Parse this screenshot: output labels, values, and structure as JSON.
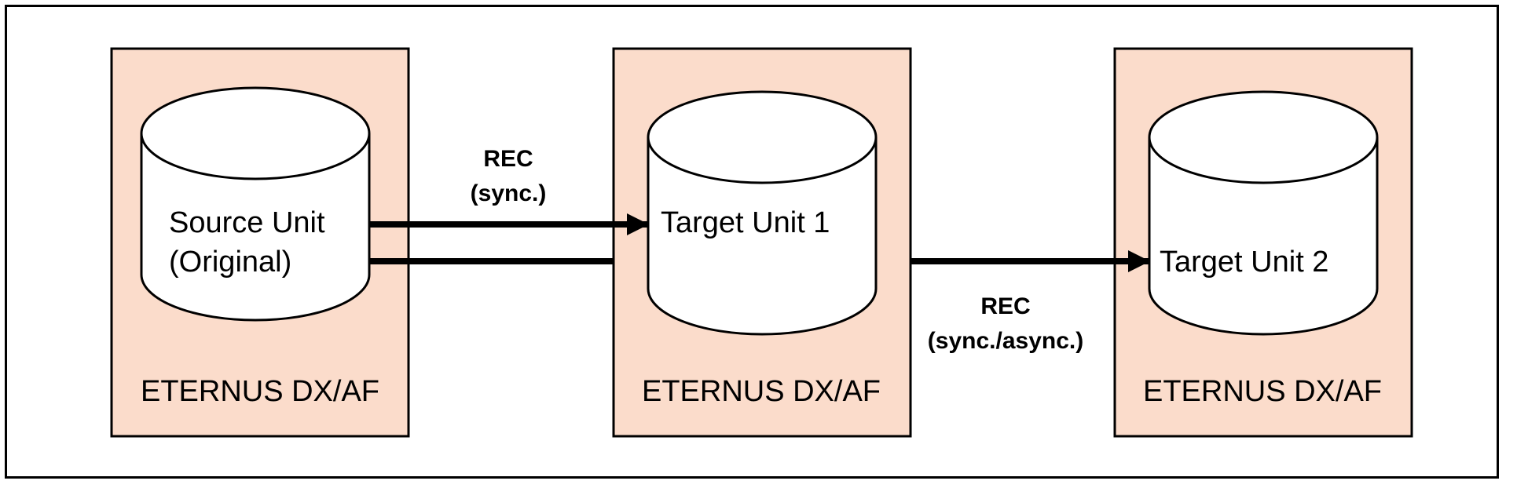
{
  "diagram": {
    "systems": [
      {
        "system_label": "ETERNUS DX/AF",
        "unit_line1": "Source Unit",
        "unit_line2": "(Original)"
      },
      {
        "system_label": "ETERNUS DX/AF",
        "unit_line1": "Target Unit 1",
        "unit_line2": ""
      },
      {
        "system_label": "ETERNUS DX/AF",
        "unit_line1": "Target Unit 2",
        "unit_line2": ""
      }
    ],
    "links": [
      {
        "line1": "REC",
        "line2": "(sync.)"
      },
      {
        "line1": "REC",
        "line2": "(sync./async.)"
      }
    ],
    "colors": {
      "system_fill": "#fbdccb",
      "unit_fill": "#ffffff",
      "stroke": "#000000"
    }
  }
}
